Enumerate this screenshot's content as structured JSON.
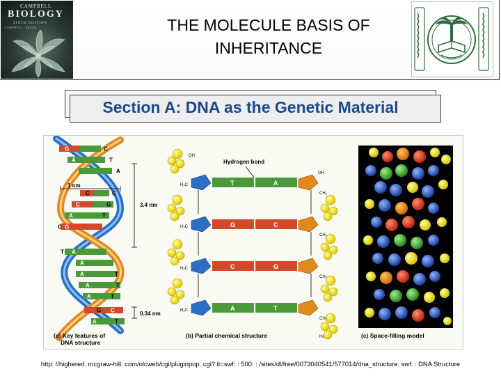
{
  "header": {
    "title_line1": "THE MOLECULE BASIS OF",
    "title_line2": "INHERITANCE",
    "book": {
      "brand": "CAMPBELL",
      "title": "BIOLOGY",
      "edition": "SIXTH EDITION",
      "authors": "CAMPBELL · REECE"
    }
  },
  "section": {
    "title": "Section A: DNA as the Genetic Material"
  },
  "figure": {
    "hbond_label": "Hydrogen bond",
    "nm_1": "1 nm",
    "nm_34": "3.4 nm",
    "nm_034": "0.34 nm",
    "caption_a_1": "(a) Key features of",
    "caption_a_2": "DNA structure",
    "caption_b": "(b) Partial chemical structure",
    "caption_c": "(c) Space-filling model",
    "oh_top_left": "OH",
    "oh_top_right": "OH",
    "ho_bottom": "HO",
    "h2c": "H₂C",
    "ch2": "CH₂",
    "bases_left": [
      "G",
      "C",
      "A",
      "T",
      "C",
      "G",
      "A",
      "T",
      "C",
      "G",
      "T",
      "A",
      "A",
      "T",
      "A",
      "T",
      "A",
      "T",
      "G",
      "C",
      "A",
      "T"
    ],
    "pairs": [
      {
        "left": "T",
        "right": "A"
      },
      {
        "left": "G",
        "right": "C"
      },
      {
        "left": "C",
        "right": "G"
      },
      {
        "left": "A",
        "right": "T"
      }
    ]
  },
  "footer": {
    "url": "http: //highered. mcgraw-hill. com/olcweb/cgi/pluginpop. cgi? it=swf: : 500: : /sites/dl/free/0073040541/577014/dna_structure. swf: : DNA Structure"
  },
  "colors": {
    "section_text": "#1a4a8a",
    "strand_blue": "#2a6fc4",
    "strand_orange": "#e08a1e",
    "base_green": "#4a9a3a",
    "base_red": "#d24a2a"
  }
}
